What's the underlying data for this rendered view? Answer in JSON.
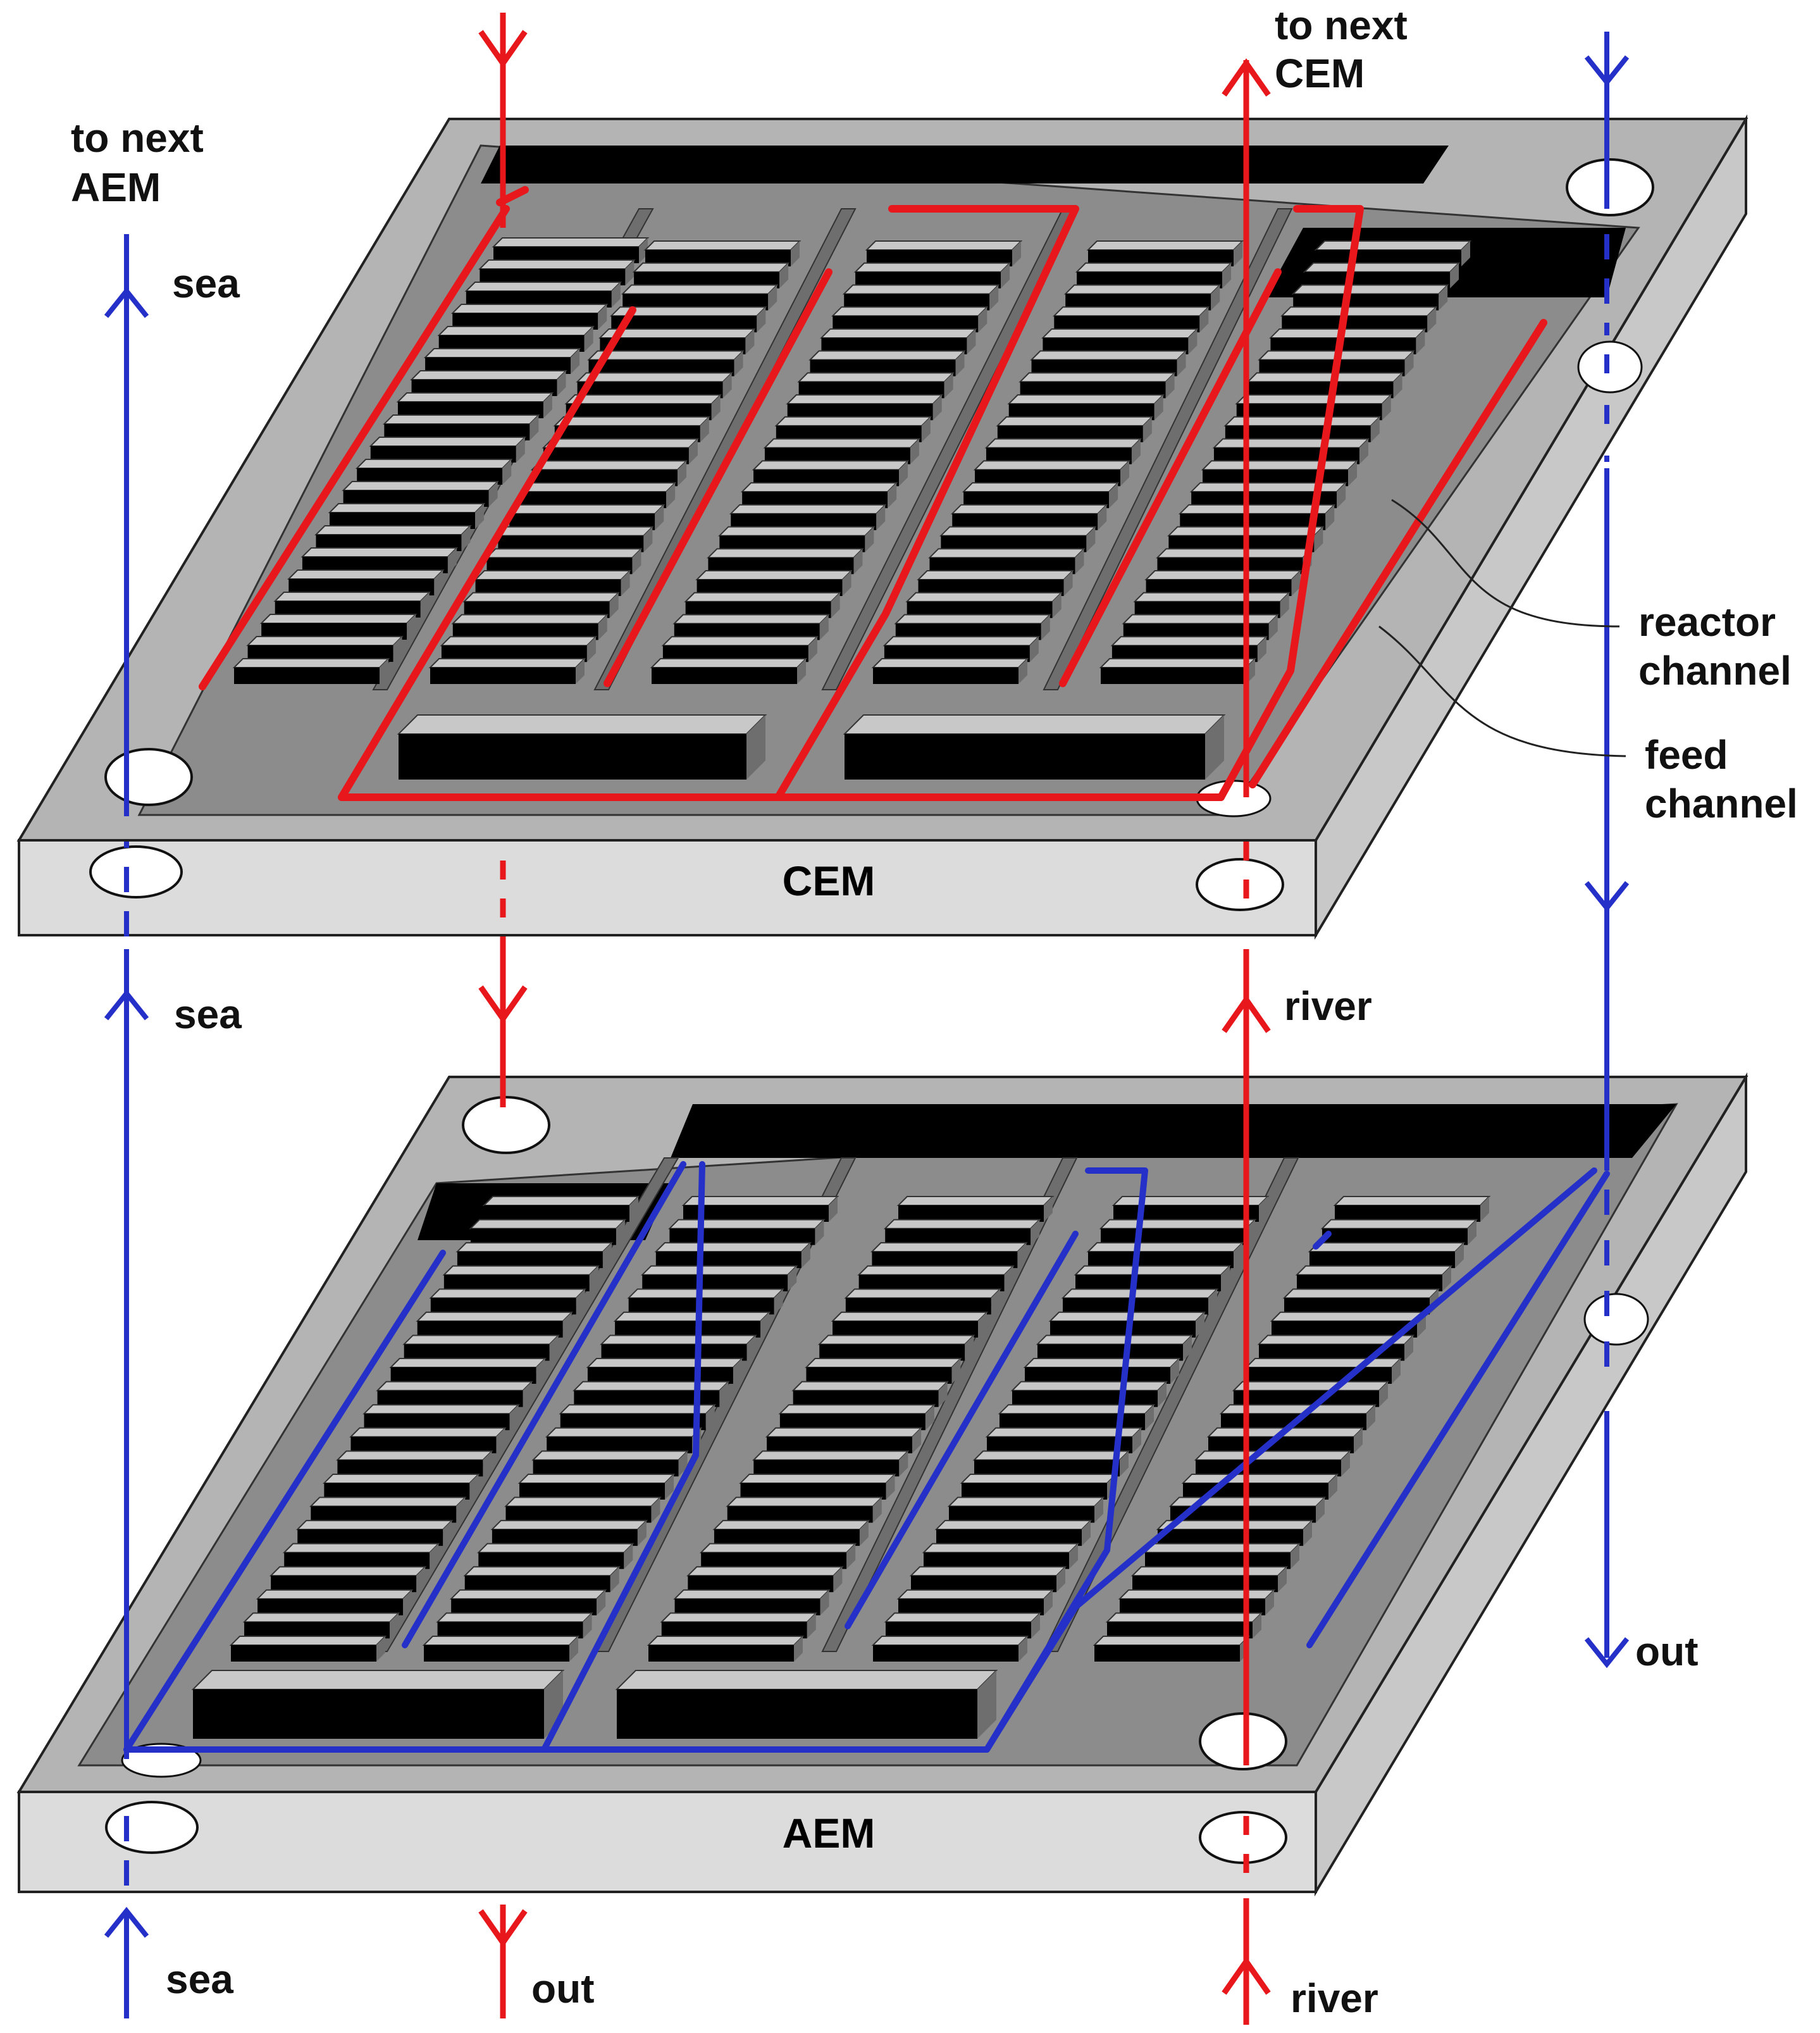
{
  "labels": {
    "to_next_aem": [
      "to next",
      "AEM"
    ],
    "to_next_cem": [
      "to next",
      "CEM"
    ],
    "sea_top": "sea",
    "sea_middle": "sea",
    "sea_bottom": "sea",
    "river_middle": "river",
    "river_bottom": "river",
    "out_right": "out",
    "out_bottom": "out",
    "reactor_channel": [
      "reactor",
      "channel"
    ],
    "feed_channel": [
      "feed",
      "channel"
    ]
  },
  "plates": {
    "top": {
      "name": "CEM",
      "flow_color": "#e8171b"
    },
    "bottom": {
      "name": "AEM",
      "flow_color": "#2430c8"
    }
  },
  "colors": {
    "plate_face": "#b4b4b4",
    "plate_edge": "#dcdcdc",
    "cavity": "#8c8c8c",
    "block_top": "#c8c8c8",
    "block_front": "#000000",
    "block_side": "#6e6e6e",
    "red": "#e8171b",
    "blue": "#2430c8"
  }
}
